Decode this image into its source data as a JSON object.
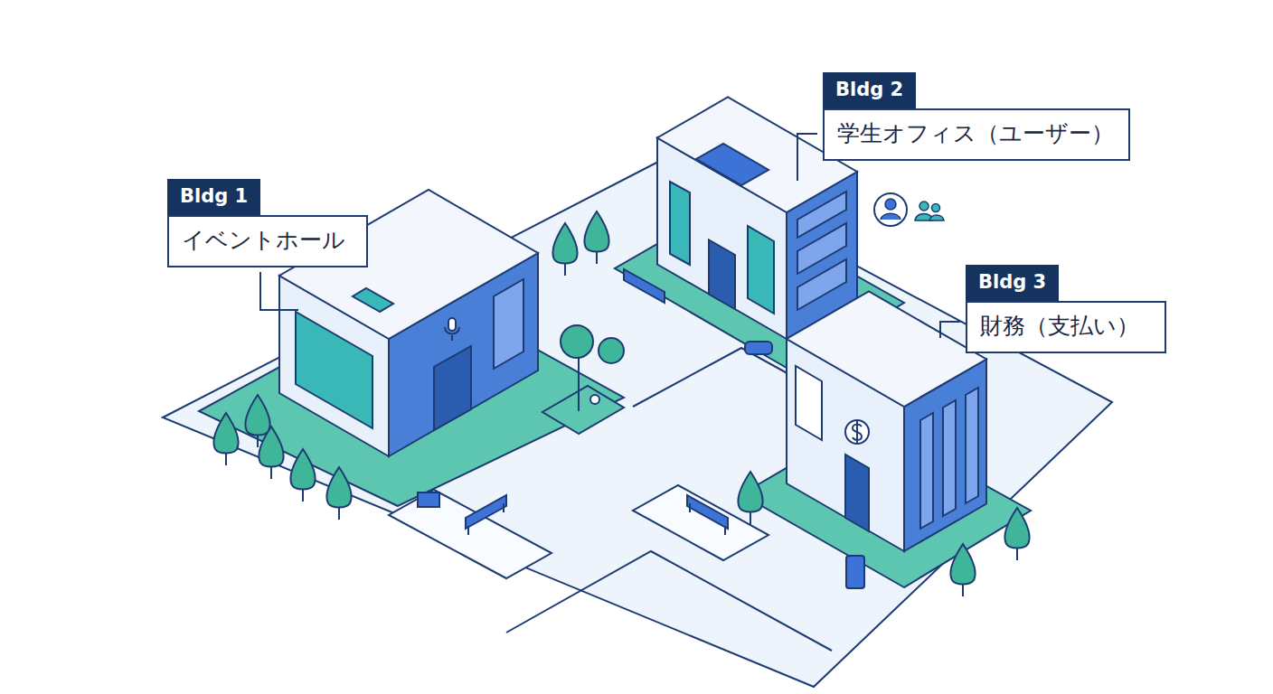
{
  "diagram": {
    "nodes": [
      {
        "text": [
          "Bldg 1",
          "イベントホール"
        ]
      },
      {
        "text": [
          "Bldg 2",
          "学生オフィス（ユーザー）"
        ]
      },
      {
        "text": [
          "Bldg 3",
          "財務（支払い）"
        ]
      }
    ]
  }
}
